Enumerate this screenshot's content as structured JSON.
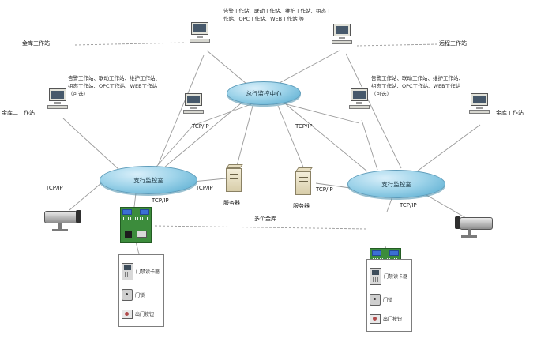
{
  "diagram": {
    "networks": {
      "center": "总行监控中心",
      "left": "支行监控室",
      "right": "支行监控室"
    },
    "labels": {
      "top_left_ws": "金库工作站",
      "top_right_ws": "远程工作站",
      "mid_left_ws": "金库二工作站",
      "mid_right_ws": "金库工作站",
      "left_server": "服务器",
      "right_server": "服务器",
      "multi_vault": "多个金库",
      "tcpip": "TCP/IP"
    },
    "annotations": {
      "top": "告警工作站、联动工作站、维护工作站、组态工作站、OPC工作站、WEB工作站 等",
      "left": "告警工作站、联动工作站、维护工作站、组态工作站、OPC工作站、WEB工作站（可选）",
      "right": "告警工作站、联动工作站、维护工作站、组态工作站、OPC工作站、WEB工作站（可选）"
    },
    "access_box": {
      "reader": "门禁读卡器",
      "lock": "门锁",
      "button": "出门按钮"
    }
  }
}
